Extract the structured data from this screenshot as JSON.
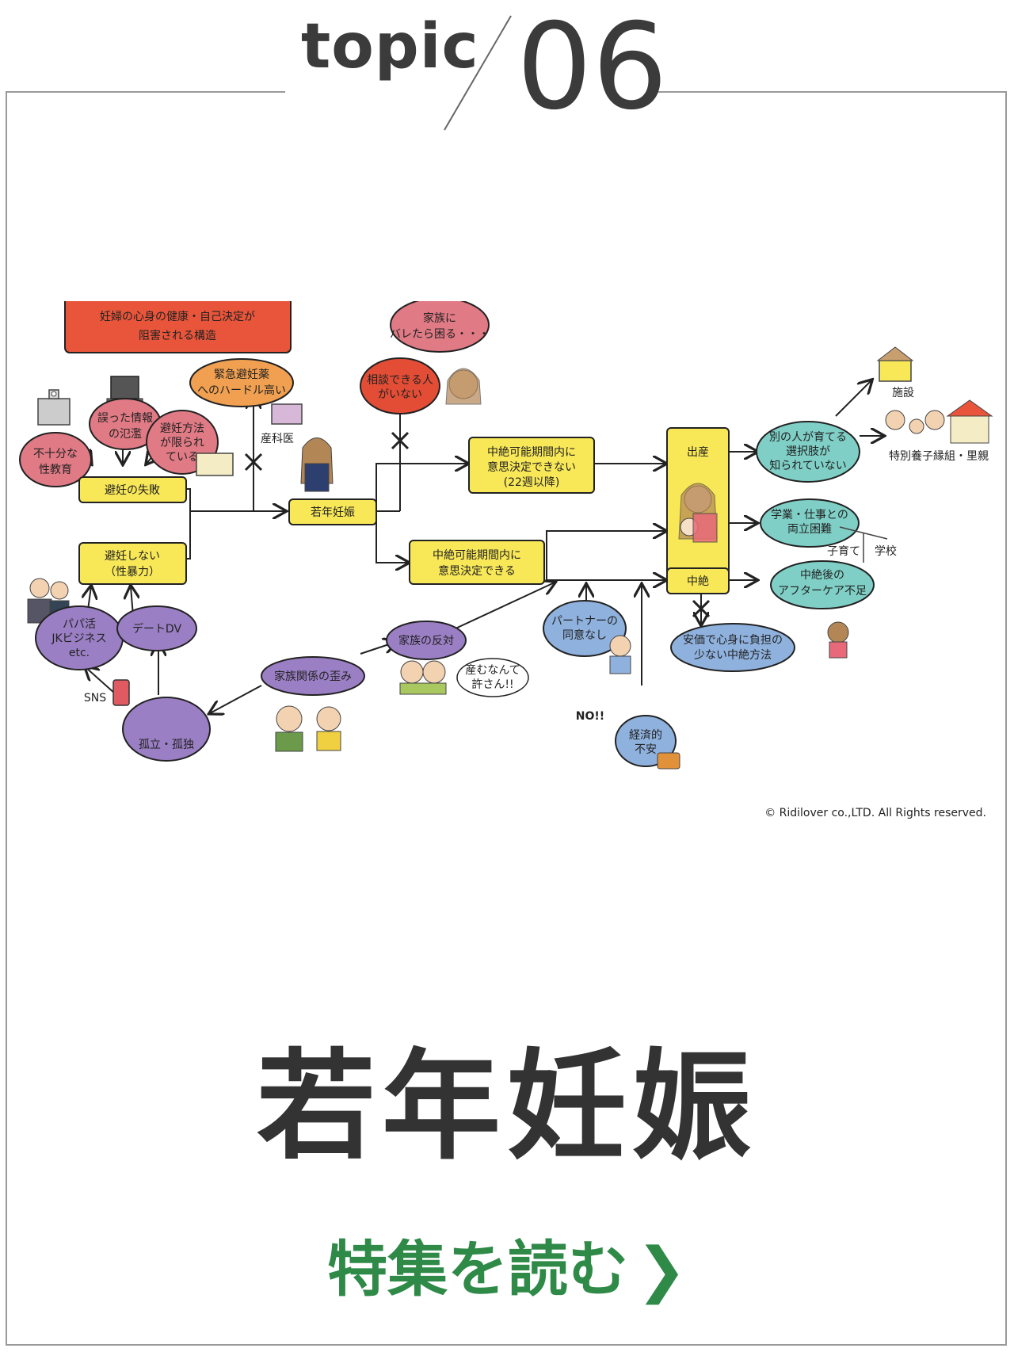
{
  "header": {
    "topic_label": "topic",
    "topic_number": "06"
  },
  "diagram": {
    "legend": [
      "妊婦の心身の健康・自己決定が",
      "阻害される構造"
    ],
    "node_incomplete_edu": [
      "不十分な",
      "性教育"
    ],
    "node_misinfo": [
      "誤った情報",
      "の氾濫"
    ],
    "node_limited_methods": [
      "避妊方法",
      "が限られ",
      "ている"
    ],
    "node_emergency_pill": [
      "緊急避妊薬",
      "へのハードル高い"
    ],
    "node_clinic": "産科医",
    "node_contraception_failure": "避妊の失敗",
    "node_no_contraception": [
      "避妊しない",
      "（性暴力）"
    ],
    "node_papakatsu": [
      "パパ活",
      "JKビジネス",
      "etc."
    ],
    "node_date_dv": "デートDV",
    "node_sns": "SNS",
    "node_isolation": "孤立・孤独",
    "node_family_distortion": "家族関係の歪み",
    "node_family_opposition": "家族の反対",
    "node_speech_no_birth": [
      "産むなんて",
      "許さん!!"
    ],
    "node_teen_pregnancy": "若年妊娠",
    "node_nobody_to_consult": [
      "相談できる人",
      "がいない"
    ],
    "node_family_fear": [
      "家族に",
      "バレたら困る・・・"
    ],
    "node_cannot_decide": [
      "中絶可能期間内に",
      "意思決定できない",
      "(22週以降)"
    ],
    "node_can_decide": [
      "中絶可能期間内に",
      "意思決定できる"
    ],
    "node_birth": "出産",
    "node_abortion": "中絶",
    "node_partner_disagree": [
      "パートナーの",
      "同意なし"
    ],
    "node_no": "NO!!",
    "node_economic": [
      "経済的",
      "不安"
    ],
    "node_other_raise": [
      "別の人が育てる",
      "選択肢が",
      "知られていない"
    ],
    "node_facility": "施設",
    "node_adoption": "特別養子縁組・里親",
    "node_balance": [
      "学業・仕事との",
      "両立困難"
    ],
    "node_childcare_tag": "子育て",
    "node_school_tag": "学校",
    "node_aftercare": [
      "中絶後の",
      "アフターケア不足"
    ],
    "node_safe_method": [
      "安価で心身に負担の",
      "少ない中絶方法"
    ],
    "copyright": "© Ridilover co.,LTD. All Rights reserved."
  },
  "main_title": "若年妊娠",
  "cta": {
    "label": "特集を読む",
    "arrow": "❯"
  },
  "colors": {
    "red": "#e8553a",
    "orange": "#f0a050",
    "pink": "#e07a85",
    "yellow": "#f8e858",
    "purple": "#9b7fc4",
    "teal": "#7fcfc6",
    "blue": "#8fb1dd",
    "darkred": "#e34d35",
    "green": "#2f8a48",
    "frame": "#9a9a9a"
  }
}
